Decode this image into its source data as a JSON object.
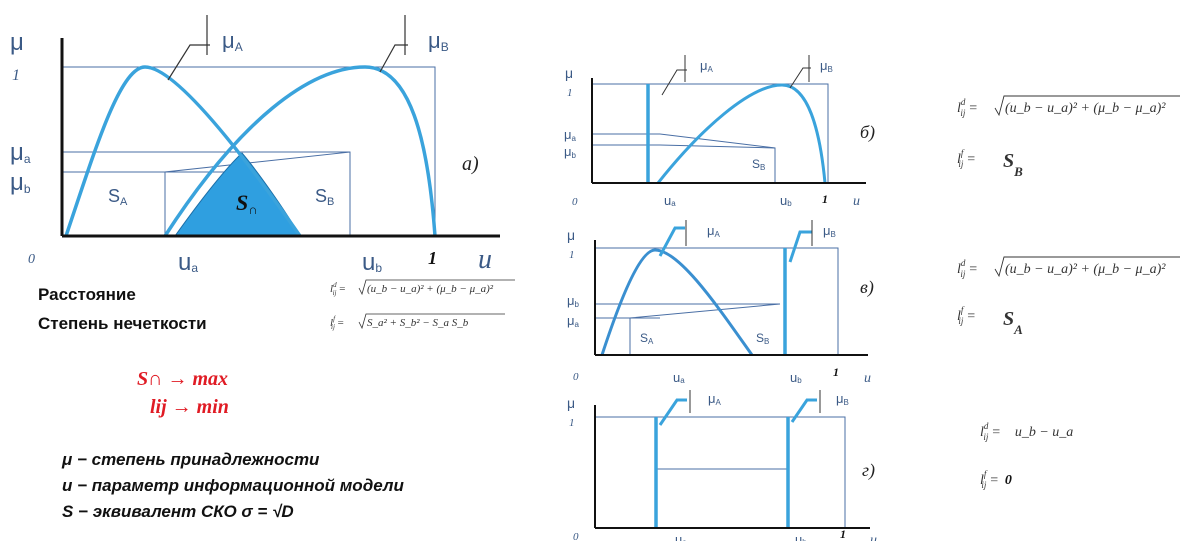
{
  "main": {
    "mu": "μ",
    "one": "1",
    "mu_A": "μ",
    "mu_A_sub": "A",
    "mu_B": "μ",
    "mu_B_sub": "B",
    "mu_a": "μ",
    "mu_a_sub": "a",
    "mu_b": "μ",
    "mu_b_sub": "b",
    "S_A": "S",
    "S_A_sub": "A",
    "S_B": "S",
    "S_B_sub": "B",
    "S_cap": "S",
    "S_cap_sub": "∩",
    "zero": "0",
    "u_a": "u",
    "u_a_sub": "a",
    "u_b": "u",
    "u_b_sub": "b",
    "one_x": "1",
    "u": "u",
    "panel": "а)"
  },
  "p_b": {
    "mu": "μ",
    "one": "1",
    "mu_A": "μ",
    "mu_A_sub": "A",
    "mu_B": "μ",
    "mu_B_sub": "B",
    "mu_a": "μ",
    "mu_a_sub": "a",
    "mu_b": "μ",
    "mu_b_sub": "b",
    "S_B": "S",
    "S_B_sub": "B",
    "zero": "0",
    "u_a": "u",
    "u_a_sub": "a",
    "u_b": "u",
    "u_b_sub": "b",
    "one_x": "1",
    "u": "u",
    "panel": "б)"
  },
  "p_v": {
    "mu": "μ",
    "one": "1",
    "mu_A": "μ",
    "mu_A_sub": "A",
    "mu_B": "μ",
    "mu_B_sub": "B",
    "mu_b": "μ",
    "mu_b_sub": "b",
    "mu_a": "μ",
    "mu_a_sub": "a",
    "S_A": "S",
    "S_A_sub": "A",
    "S_B": "S",
    "S_B_sub": "B",
    "zero": "0",
    "u_a": "u",
    "u_a_sub": "a",
    "u_b": "u",
    "u_b_sub": "b",
    "one_x": "1",
    "u": "u",
    "panel": "в)"
  },
  "p_g": {
    "mu": "μ",
    "one": "1",
    "mu_A": "μ",
    "mu_A_sub": "A",
    "mu_B": "μ",
    "mu_B_sub": "B",
    "zero": "0",
    "u_a": "u",
    "u_a_sub": "a",
    "u_b": "u",
    "u_b_sub": "b",
    "one_x": "1",
    "u": "u",
    "panel": "г)"
  },
  "formulas": {
    "dist": "l",
    "dist_sup": "d",
    "ij": "ij",
    "eq": "=",
    "sqrt_dist": "(u_b − u_a)² + (μ_b − μ_a)²",
    "sqrt_fuzz": "S_a² + S_b² − S_a S_b",
    "f_b": "S",
    "f_b_sub": "B",
    "f_v": "S",
    "f_v_sub": "A",
    "g_dist": "u_b − u_a",
    "g_fuzz": "0",
    "fuzz_sup": "f"
  },
  "texts": {
    "distance": "Расстояние",
    "fuzziness": "Степень нечеткости",
    "s_cap_max": "S∩ → max",
    "l_min": "lij → min",
    "legend_mu": "μ − степень принадлежности",
    "legend_u": "u − параметр информационной модели",
    "legend_s": "S − эквивалент  СКО σ = √D"
  },
  "colors": {
    "curve": "#3aa3dc",
    "fill": "#2f9fe0",
    "axis": "#111111",
    "thin": "#4a6fa5",
    "accent_red": "#e01b24"
  }
}
